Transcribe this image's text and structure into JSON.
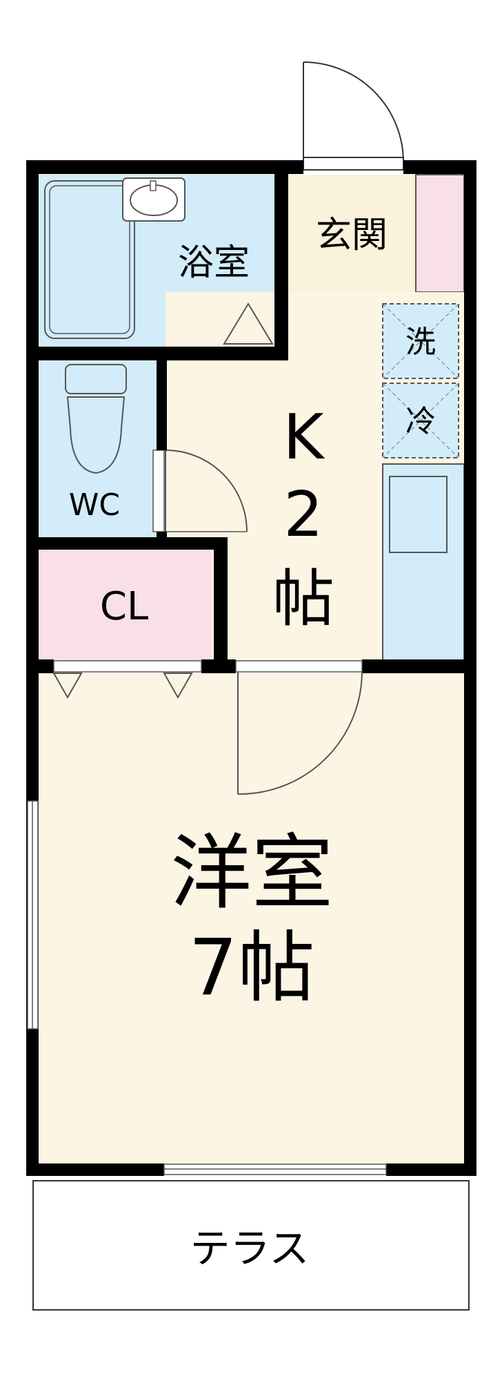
{
  "rooms": {
    "bath": "浴室",
    "entrance": "玄関",
    "washer": "洗",
    "fridge": "冷",
    "wc": "WC",
    "closet": "CL",
    "kitchen": {
      "letter": "K",
      "size_num": "2",
      "size_unit": "帖"
    },
    "western": {
      "name": "洋室",
      "size": "7帖"
    },
    "terrace": "テラス"
  },
  "colors": {
    "wall": "#000000",
    "wet_area": "#d2ecf9",
    "floor": "#fdf5e4",
    "storage": "#f9dfe6",
    "entrance": "#fbf2dc"
  }
}
